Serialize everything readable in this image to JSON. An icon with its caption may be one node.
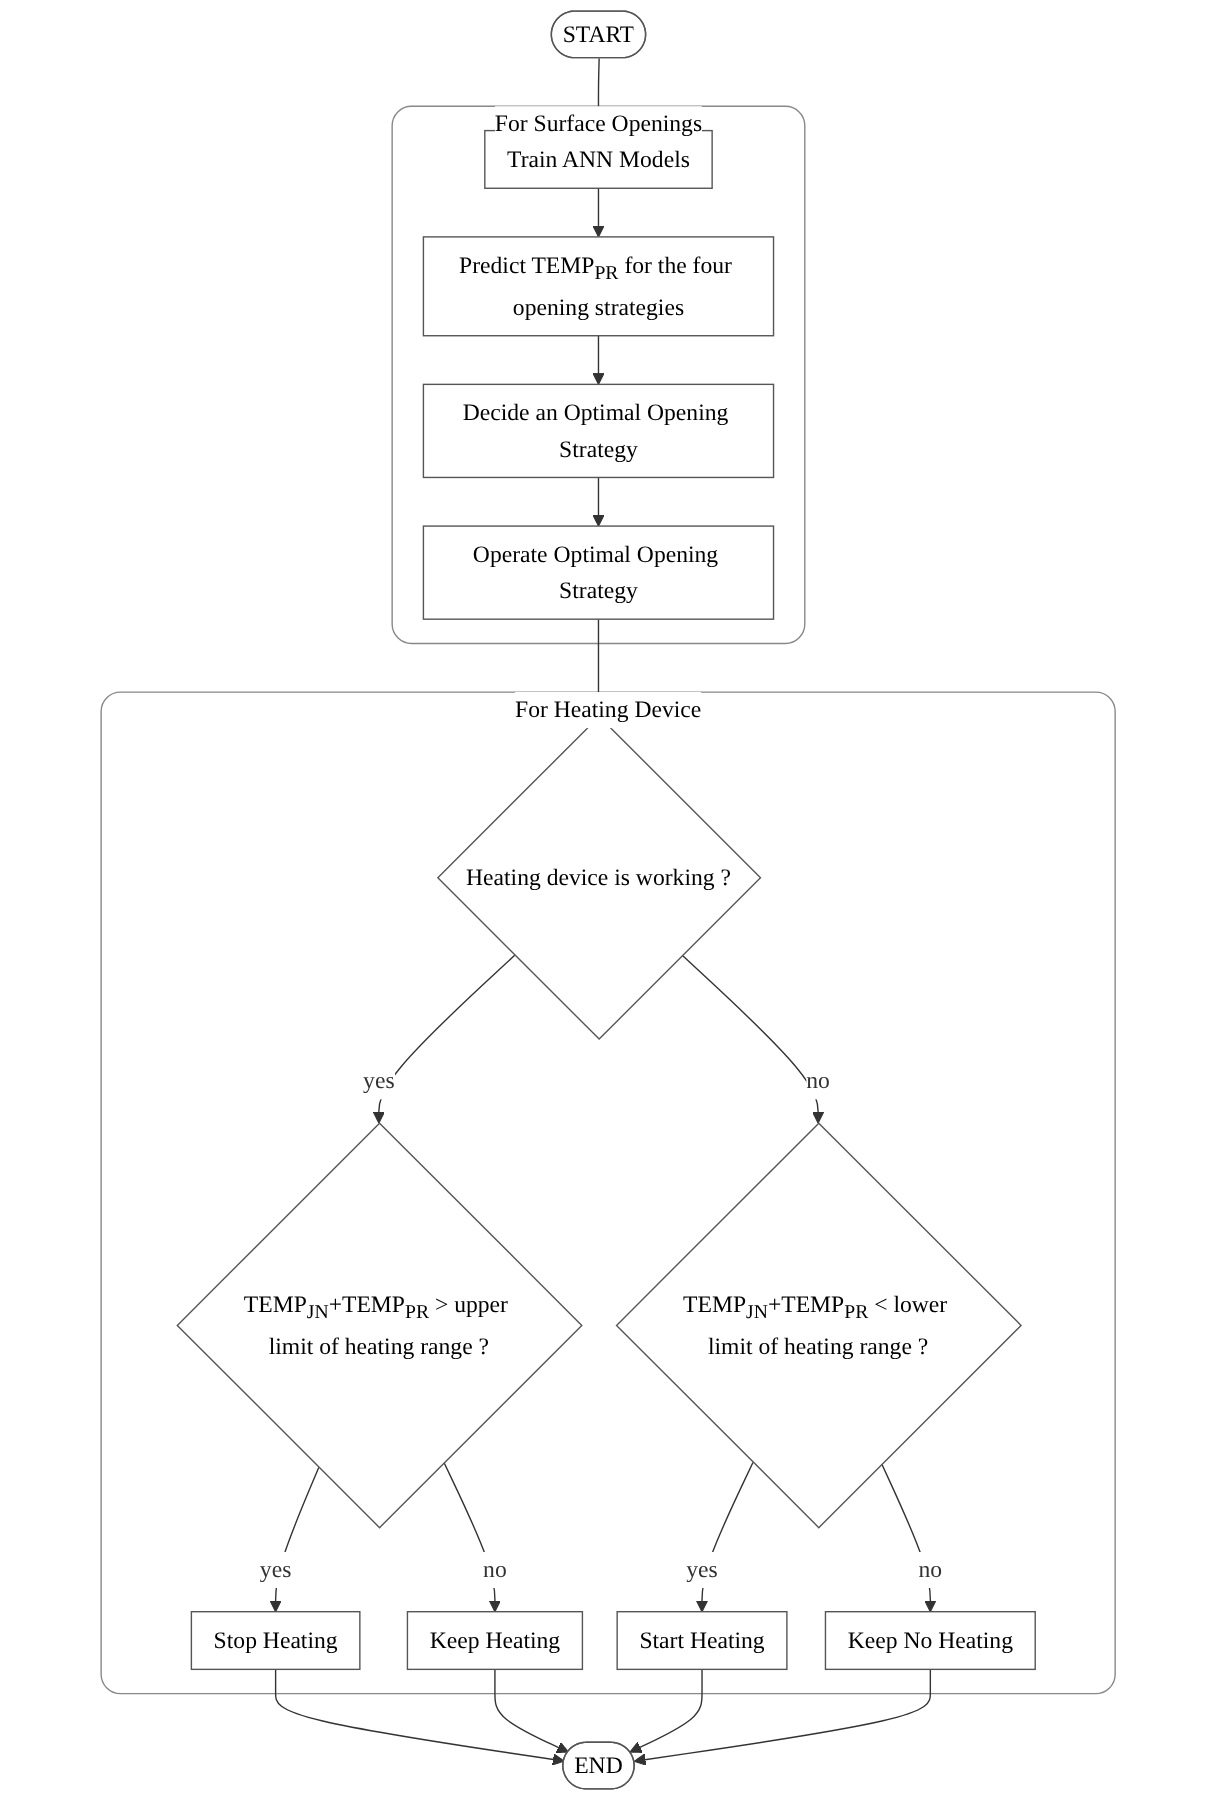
{
  "diagram": {
    "nodes": [
      {
        "text": [
          "START"
        ]
      },
      {
        "text": [
          "For Surface Openings"
        ]
      },
      {
        "text": [
          "Train ANN Models"
        ],
        "in": 1
      },
      {
        "text": [
          "Predict TEMP$_{PR}$ for the four opening strategies"
        ],
        "in": 1
      },
      {
        "text": [
          "Decide an Optimal Opening Strategy"
        ],
        "in": 1
      },
      {
        "text": [
          "Operate Optimal Opening Strategy"
        ],
        "in": 1
      },
      {
        "text": [
          "For Heating Device"
        ]
      },
      {
        "text": [
          "Heating device is working ?"
        ],
        "in": 6
      },
      {
        "text": [
          "TEMP$_{JN}$+TEMP$_{PR}$ > upper limit of heating range ?"
        ],
        "in": 6
      },
      {
        "text": [
          "TEMP$_{JN}$+TEMP$_{PR}$ < lower limit of heating range ?"
        ],
        "in": 6
      },
      {
        "text": [
          "Stop Heating"
        ],
        "in": 6
      },
      {
        "text": [
          "Keep Heating"
        ],
        "in": 6
      },
      {
        "text": [
          "Start Heating"
        ],
        "in": 6
      },
      {
        "text": [
          "Keep No Heating"
        ],
        "in": 6
      },
      {
        "text": [
          "END"
        ]
      }
    ],
    "edges": [
      {
        "from": 0,
        "to": 2,
        "arrow": "to"
      },
      {
        "from": 2,
        "to": 3,
        "arrow": "to"
      },
      {
        "from": 3,
        "to": 4,
        "arrow": "to"
      },
      {
        "from": 4,
        "to": 5,
        "arrow": "to"
      },
      {
        "from": 5,
        "to": 7,
        "arrow": "to"
      },
      {
        "from": 7,
        "to": 8,
        "label": "yes",
        "arrow": "to"
      },
      {
        "from": 7,
        "to": 9,
        "label": "no",
        "arrow": "to"
      },
      {
        "from": 8,
        "to": 10,
        "label": "yes",
        "arrow": "to"
      },
      {
        "from": 8,
        "to": 11,
        "label": "no",
        "arrow": "to"
      },
      {
        "from": 9,
        "to": 12,
        "label": "yes",
        "arrow": "to"
      },
      {
        "from": 9,
        "to": 13,
        "label": "no",
        "arrow": "to"
      },
      {
        "from": 10,
        "to": 14,
        "arrow": "to"
      },
      {
        "from": 11,
        "to": 14,
        "arrow": "to"
      },
      {
        "from": 12,
        "to": 14,
        "arrow": "to"
      },
      {
        "from": 13,
        "to": 14,
        "arrow": "to"
      }
    ]
  }
}
